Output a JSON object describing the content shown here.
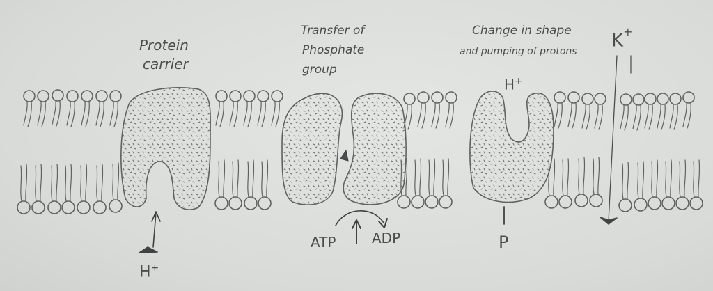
{
  "diagram": {
    "type": "Proton pump (H+/K+ ATPase) across lipid bilayer - hand-drawn sketch",
    "colors": {
      "paper": "#dcdfdc",
      "pencil": "#5a5d5d",
      "pencil_dark": "#3e4141"
    },
    "labels": {
      "protein_carrier_line1": "Protein",
      "protein_carrier_line2": "carrier",
      "transfer_line1": "Transfer of",
      "transfer_line2": "Phosphate",
      "transfer_line3": "group",
      "change_line1": "Change in shape",
      "change_line2": "and pumping of protons",
      "k_ion": "K",
      "k_charge": "+",
      "h_top": "H",
      "h_top_charge": "+",
      "h_bottom": "H",
      "h_bottom_charge": "+",
      "atp": "ATP",
      "adp": "ADP",
      "phosphate": "P"
    },
    "proteins": [
      {
        "name": "protein-carrier",
        "shape": "U-opening-down"
      },
      {
        "name": "phosphate-transfer-left",
        "shape": "bean"
      },
      {
        "name": "phosphate-transfer-right",
        "shape": "bean"
      },
      {
        "name": "pump-changed-shape",
        "shape": "U-opening-up"
      }
    ],
    "arrows": [
      {
        "name": "h-ion-entry-arrow",
        "direction": "up"
      },
      {
        "name": "atp-hydrolysis-arrow",
        "direction": "up"
      },
      {
        "name": "atp-to-adp-curved-arrow",
        "direction": "right-curve"
      },
      {
        "name": "k-ion-arrow",
        "direction": "down"
      }
    ]
  }
}
